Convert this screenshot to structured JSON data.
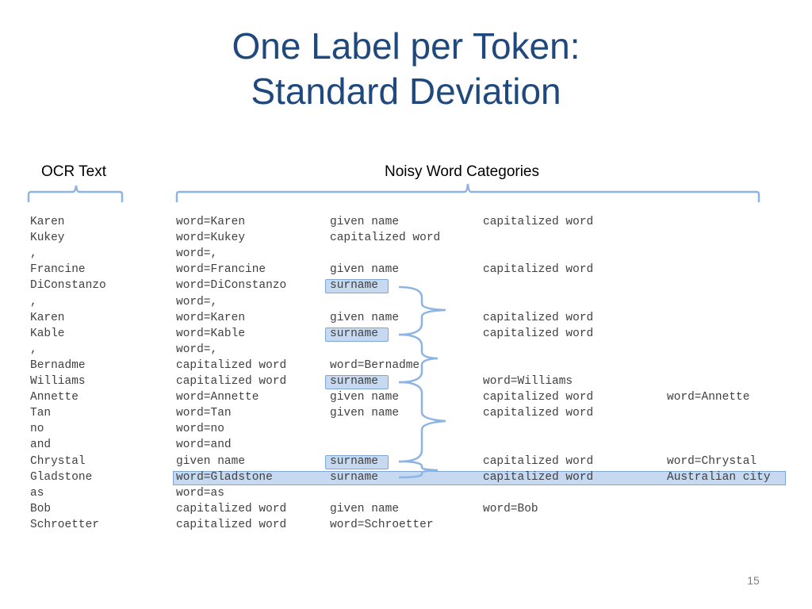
{
  "title": {
    "line1": "One Label per Token:",
    "line2": "Standard Deviation"
  },
  "headers": {
    "ocr": "OCR Text",
    "noisy": "Noisy Word Categories"
  },
  "rows": [
    {
      "ocr": "Karen",
      "c1": "word=Karen",
      "c2": "given name",
      "c3": "capitalized word",
      "c4": ""
    },
    {
      "ocr": "Kukey",
      "c1": "word=Kukey",
      "c2": "capitalized word",
      "c3": "",
      "c4": ""
    },
    {
      "ocr": ",",
      "c1": "word=,",
      "c2": "",
      "c3": "",
      "c4": ""
    },
    {
      "ocr": "Francine",
      "c1": "word=Francine",
      "c2": "given name",
      "c3": "capitalized word",
      "c4": ""
    },
    {
      "ocr": "DiConstanzo",
      "c1": "word=DiConstanzo",
      "c2": "surname",
      "c3": "",
      "c4": ""
    },
    {
      "ocr": ",",
      "c1": "word=,",
      "c2": "",
      "c3": "",
      "c4": ""
    },
    {
      "ocr": "Karen",
      "c1": "word=Karen",
      "c2": "given name",
      "c3": "capitalized word",
      "c4": ""
    },
    {
      "ocr": "Kable",
      "c1": "word=Kable",
      "c2": "surname",
      "c3": "capitalized word",
      "c4": ""
    },
    {
      "ocr": ",",
      "c1": "word=,",
      "c2": "",
      "c3": "",
      "c4": ""
    },
    {
      "ocr": "Bernadme",
      "c1": "capitalized word",
      "c2": "word=Bernadme",
      "c3": "",
      "c4": ""
    },
    {
      "ocr": "Williams",
      "c1": "capitalized word",
      "c2": "surname",
      "c3": "word=Williams",
      "c4": ""
    },
    {
      "ocr": "Annette",
      "c1": "word=Annette",
      "c2": "given name",
      "c3": "capitalized word",
      "c4": "word=Annette"
    },
    {
      "ocr": "Tan",
      "c1": "word=Tan",
      "c2": "given name",
      "c3": "capitalized word",
      "c4": ""
    },
    {
      "ocr": "no",
      "c1": "word=no",
      "c2": "",
      "c3": "",
      "c4": ""
    },
    {
      "ocr": "and",
      "c1": "word=and",
      "c2": "",
      "c3": "",
      "c4": ""
    },
    {
      "ocr": "Chrystal",
      "c1": "given name",
      "c2": "surname",
      "c3": "capitalized word",
      "c4": "word=Chrystal"
    },
    {
      "ocr": "Gladstone",
      "c1": "word=Gladstone",
      "c2": "surname",
      "c3": "capitalized word",
      "c4": "Australian city"
    },
    {
      "ocr": "as",
      "c1": "word=as",
      "c2": "",
      "c3": "",
      "c4": ""
    },
    {
      "ocr": "Bob",
      "c1": "capitalized word",
      "c2": "given name",
      "c3": "word=Bob",
      "c4": ""
    },
    {
      "ocr": "Schroetter",
      "c1": "capitalized word",
      "c2": "word=Schroetter",
      "c3": "",
      "c4": ""
    }
  ],
  "highlighted_row": 16,
  "highlighted_surname_rows": [
    4,
    7,
    10,
    15
  ],
  "page_number": "15",
  "colors": {
    "title": "#1f497d",
    "highlight_fill": "#c6d9f1",
    "highlight_border": "#7ea6d6",
    "brace": "#8eb4e3"
  }
}
